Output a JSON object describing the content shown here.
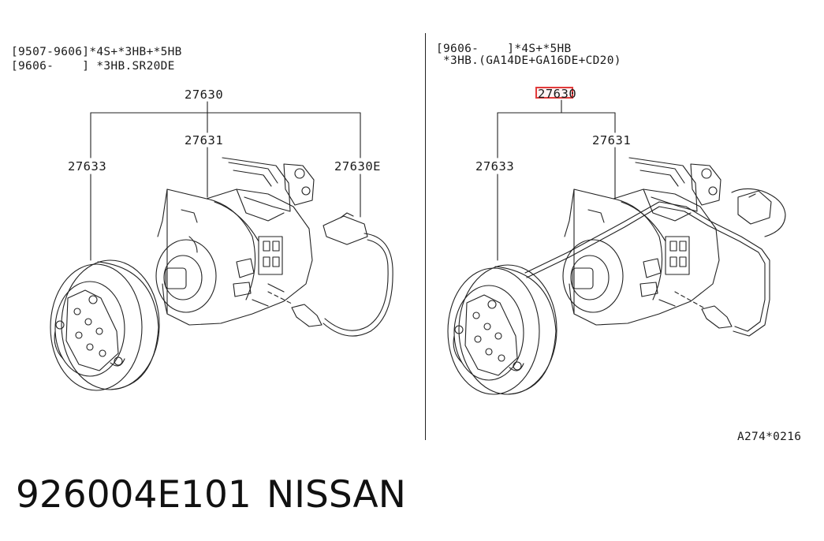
{
  "left_panel": {
    "applicability": [
      "[9507-9606]*4S+*3HB+*5HB",
      "[9606-    ] *3HB.SR20DE"
    ],
    "labels": {
      "assembly": "27630",
      "compressor": "27631",
      "clutch": "27633",
      "harness": "27630E"
    }
  },
  "right_panel": {
    "applicability": [
      "[9606-    ]*4S+*5HB",
      " *3HB.(GA14DE+GA16DE+CD20)"
    ],
    "labels": {
      "assembly": "27630",
      "compressor": "27631",
      "clutch": "27633"
    },
    "highlighted_part": "27630"
  },
  "figure_code": "A274*0216",
  "caption": {
    "part_number": "926004E101",
    "brand": "NISSAN"
  },
  "colors": {
    "highlight": "#e23b3b",
    "line": "#222222"
  }
}
